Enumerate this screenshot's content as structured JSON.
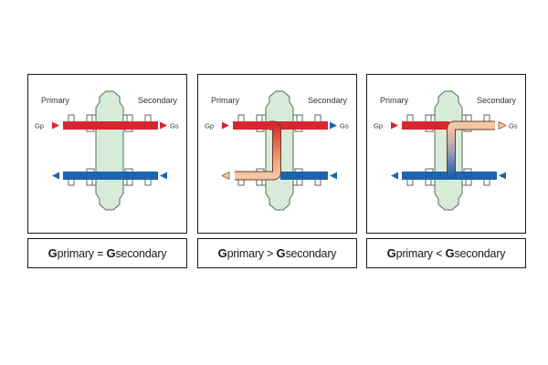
{
  "colors": {
    "hot": "#d8262f",
    "cold": "#1e63ae",
    "tank": "#d6ecd8",
    "tank_stroke": "#5a6a5e",
    "mix": "#f2c8a6",
    "arrow_hot": "#d8262f",
    "arrow_cold": "#1e63ae"
  },
  "panels": [
    {
      "primary_label": "Primary",
      "secondary_label": "Secondary",
      "gp_label": "Gp",
      "gs_label": "Gs",
      "caption": {
        "left_bold": "G",
        "left_rest": "primary",
        "operator": " = ",
        "right_bold": "G",
        "right_rest": "secondary"
      }
    },
    {
      "primary_label": "Primary",
      "secondary_label": "Secondary",
      "gp_label": "Gp",
      "gs_label": "Gs",
      "caption": {
        "left_bold": "G",
        "left_rest": "primary",
        "operator": " > ",
        "right_bold": "G",
        "right_rest": "secondary"
      }
    },
    {
      "primary_label": "Primary",
      "secondary_label": "Secondary",
      "gp_label": "Gp",
      "gs_label": "Gs",
      "caption": {
        "left_bold": "G",
        "left_rest": "primary",
        "operator": " < ",
        "right_bold": "G",
        "right_rest": "secondary"
      }
    }
  ]
}
